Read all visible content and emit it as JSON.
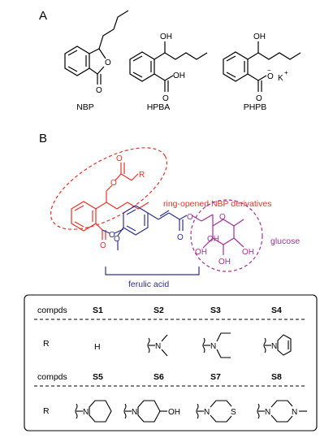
{
  "panel_a": {
    "letter": "A",
    "compounds": [
      {
        "name": "NBP",
        "atoms": {
          "o_ring": "O",
          "o_keto": "O"
        }
      },
      {
        "name": "HPBA",
        "atoms": {
          "oh": "OH",
          "cooh_o": "O",
          "cooh_oh": "OH"
        }
      },
      {
        "name": "PHPB",
        "atoms": {
          "oh": "OH",
          "coo_o": "O",
          "coo_minus": "O",
          "charge_minus": "−",
          "counterion": "K",
          "charge_plus": "+"
        }
      }
    ]
  },
  "panel_b": {
    "letter": "B",
    "region_labels": {
      "nbp": "ring-opened NBP derivatives",
      "glucose": "glucose",
      "ferulic": "ferulic acid"
    },
    "atoms": {
      "r": "R",
      "ester_o1": "O",
      "ester_o2": "O",
      "ester_o3": "O",
      "ester_o4": "O",
      "phenol_o": "O",
      "ferulate_o": "O",
      "ferulate_o2": "O",
      "glu_oh1": "OH",
      "glu_oh2": "OH",
      "glu_oh3": "OH",
      "glu_oh4": "OH",
      "glu_ring_o": "O"
    },
    "colors": {
      "nbp": "#e8332a",
      "ferulic": "#2e3192",
      "glucose": "#a4309c"
    }
  },
  "table": {
    "row_label_compds": "compds",
    "row_label_r": "R",
    "group1": {
      "compounds": [
        "S1",
        "S2",
        "S3",
        "S4"
      ],
      "r_groups": [
        {
          "type": "text",
          "text": "H"
        },
        {
          "type": "dimethylamino",
          "atom": "N"
        },
        {
          "type": "diethylamino",
          "atom": "N"
        },
        {
          "type": "pyrroline",
          "atom": "N"
        }
      ]
    },
    "group2": {
      "compounds": [
        "S5",
        "S6",
        "S7",
        "S8"
      ],
      "r_groups": [
        {
          "type": "piperidine",
          "atom": "N"
        },
        {
          "type": "hydroxypiperidine",
          "atom": "N",
          "sub": "OH"
        },
        {
          "type": "thiomorpholine",
          "atom": "N",
          "hetero": "S"
        },
        {
          "type": "methylpiperazine",
          "atom": "N",
          "atom2": "N"
        }
      ]
    }
  }
}
